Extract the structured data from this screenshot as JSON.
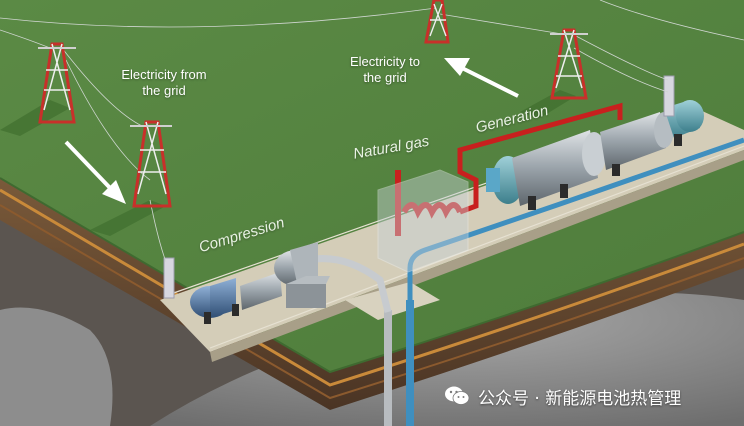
{
  "labels": {
    "electricity_from_grid": [
      "Electricity from",
      "the grid"
    ],
    "electricity_to_grid": [
      "Electricity to",
      "the grid"
    ],
    "natural_gas": "Natural gas",
    "generation": "Generation",
    "compression": "Compression"
  },
  "watermark": {
    "text": "公众号 · 新能源电池热管理",
    "icon": "wechat-icon"
  },
  "colors": {
    "grass": "#5f8c48",
    "hot_pipe": "#c8201e",
    "cold_pipe": "#3f8fbf",
    "tower_red": "#c8302a",
    "machine_blue": "#4a6f9a",
    "arrow": "#ffffff"
  }
}
